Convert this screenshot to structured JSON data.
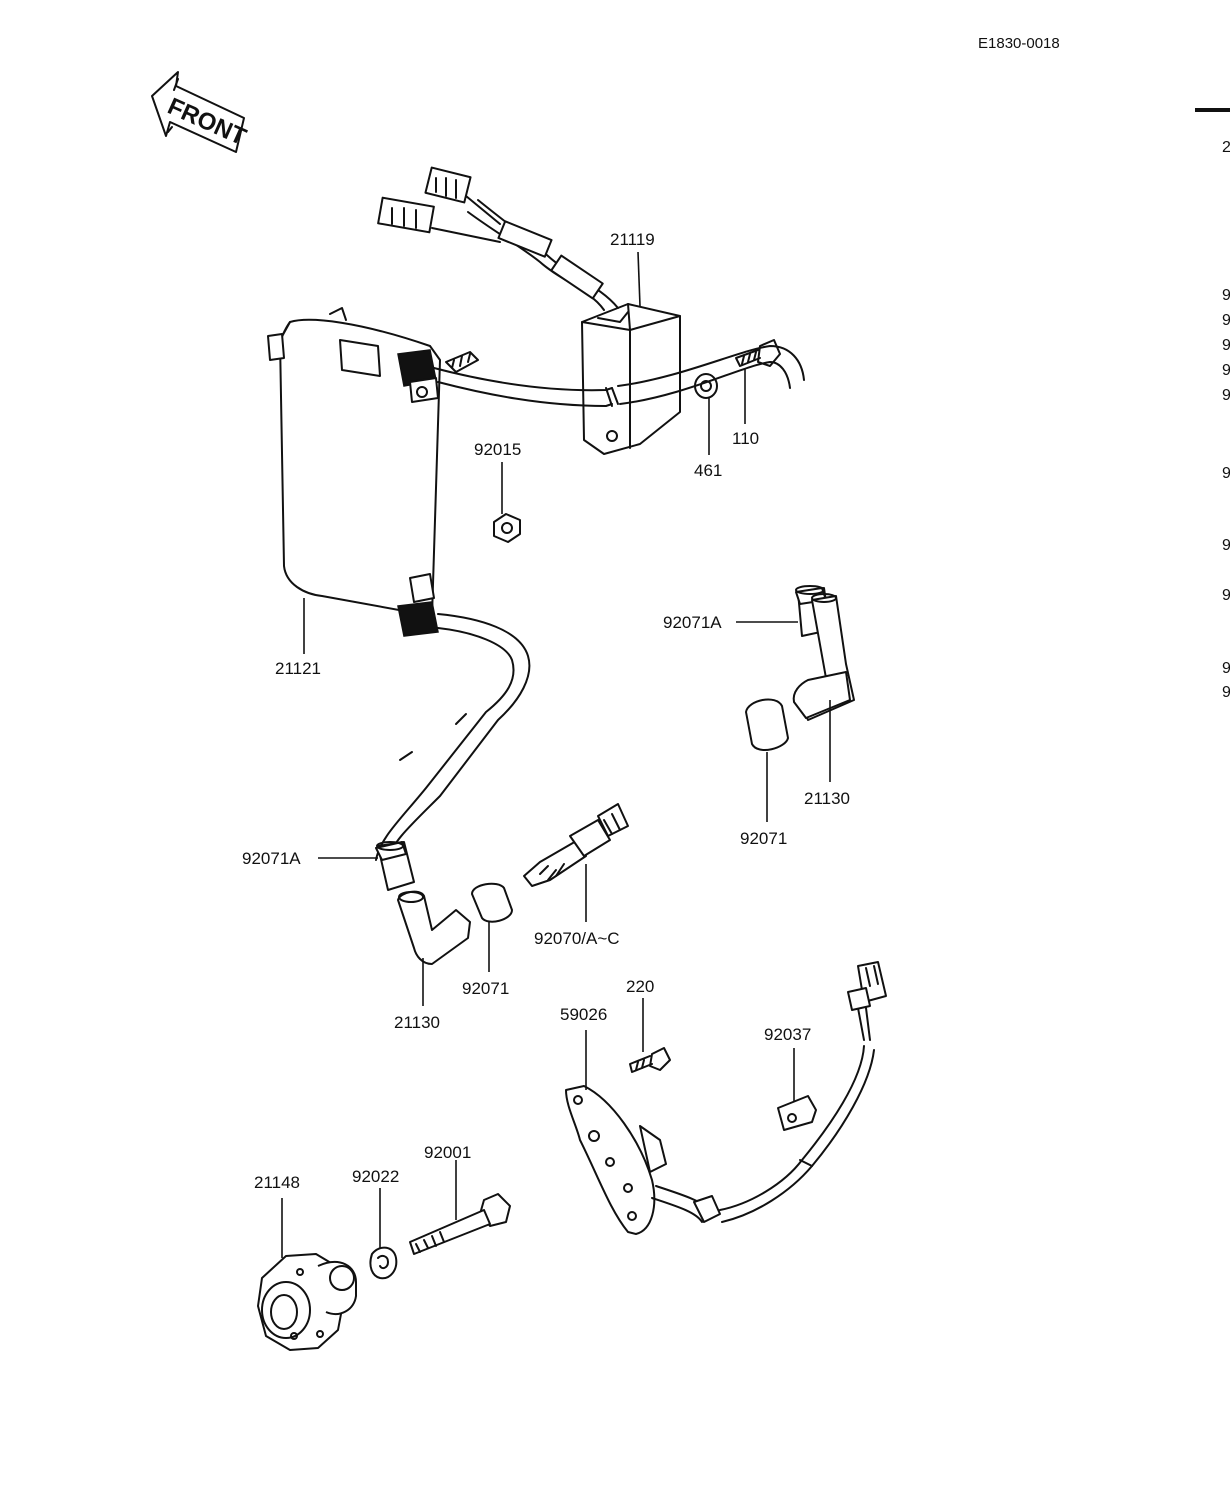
{
  "document": {
    "code": "E1830-0018",
    "front_arrow_label": "FRONT"
  },
  "labels": {
    "igniter": "21119",
    "bolt_top": "110",
    "washer_top": "461",
    "nut_left": "92015",
    "nut_right": "92015",
    "ignition_coil": "21121",
    "plug_cap_right": "21130",
    "plug_cap_left": "21130",
    "cap_nut_right": "92071A",
    "cap_nut_left": "92071A",
    "boot_right": "92071",
    "boot_left": "92071",
    "spark_plug": "92070/A~C",
    "pickup_plate": "59026",
    "screw_pickup": "220",
    "clamp": "92037",
    "timing_rotor": "21148",
    "washer_rotor": "92022",
    "rotor_bolt": "92001"
  },
  "right_edge_fragments": [
    "2",
    "9",
    "9",
    "9",
    "9",
    "9",
    "9",
    "9",
    "9",
    "9",
    "9"
  ],
  "colors": {
    "ink": "#111111",
    "paper": "#ffffff"
  }
}
